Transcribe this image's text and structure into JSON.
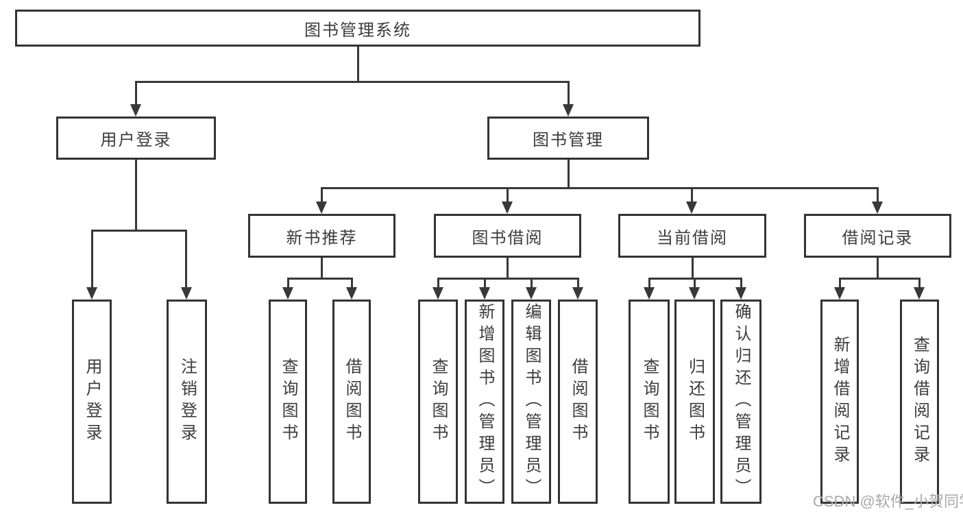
{
  "diagram": {
    "root": "图书管理系统",
    "level1": [
      "用户登录",
      "图书管理"
    ],
    "level2": [
      "新书推荐",
      "图书借阅",
      "当前借阅",
      "借阅记录"
    ],
    "leaves_user_login": [
      "用户登录",
      "注销登录"
    ],
    "leaves_new_book": [
      "查询图书",
      "借阅图书"
    ],
    "leaves_book_borrow": [
      "查询图书",
      "新增图书（管理员）",
      "编辑图书（管理员）",
      "借阅图书"
    ],
    "leaves_current_borrow": [
      "查询图书",
      "归还图书",
      "确认归还（管理员）"
    ],
    "leaves_borrow_record": [
      "新增借阅记录",
      "查询借阅记录"
    ]
  },
  "watermark": "CSDN @软件_小贺同学",
  "colors": {
    "line": "#383838",
    "box_border": "#333333",
    "text": "#3c3c3c",
    "watermark": "#a8a8a8",
    "background": "#ffffff"
  }
}
